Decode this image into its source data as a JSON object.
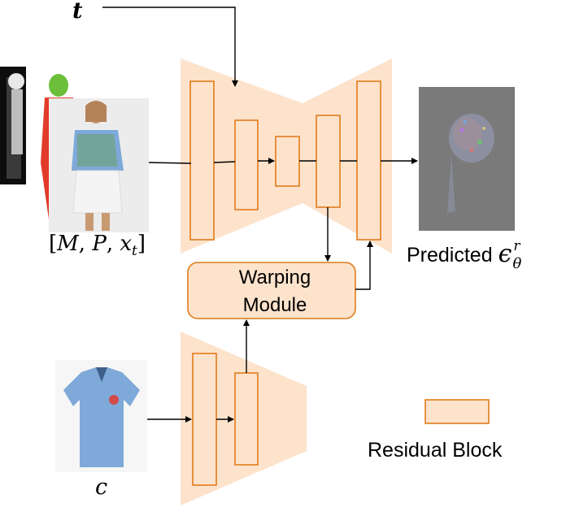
{
  "diagram": {
    "time_label": "t",
    "input_label": {
      "open": "[",
      "m": "M",
      "sep1": ", ",
      "p": "P",
      "sep2": ", ",
      "x": "x",
      "x_sub": "t",
      "close": "]"
    },
    "cloth_label": "c",
    "output_label": {
      "text": "Predicted ",
      "epsilon": "ϵ",
      "sup": "r",
      "sub": "θ"
    },
    "warping_module": {
      "line1": "Warping",
      "line2": "Module"
    },
    "legend": {
      "label": "Residual Block"
    }
  },
  "colors": {
    "trapezoid_fill": "#fde3cc",
    "block_stroke": "#e07b1a",
    "block_fill": "#fde3cc",
    "arrow": "#000000",
    "noise_bg": "#7a7a7a",
    "shirt_blue": "#7ea9d8",
    "skirt_white": "#f4f4f4"
  }
}
